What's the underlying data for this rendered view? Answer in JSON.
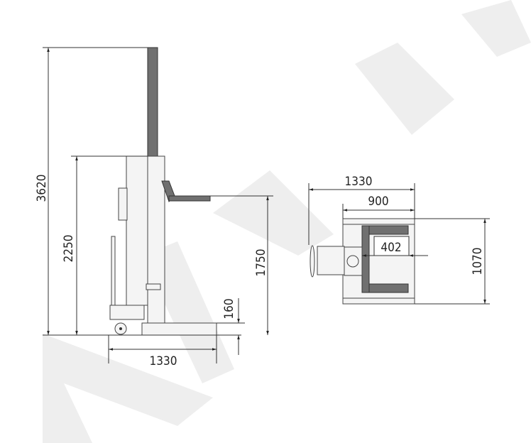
{
  "watermark": {
    "text": "ARTA",
    "color": "#ebebeb"
  },
  "side_view": {
    "dims": {
      "total_height": "3620",
      "body_height": "2250",
      "fork_max_height": "1750",
      "fork_min_height": "160",
      "length": "1330"
    }
  },
  "top_view": {
    "dims": {
      "length": "1330",
      "fork_length": "900",
      "fork_width": "402",
      "width": "1070"
    }
  },
  "colors": {
    "line": "#333333",
    "part_dark": "#707070",
    "part_light": "#f4f4f4"
  }
}
